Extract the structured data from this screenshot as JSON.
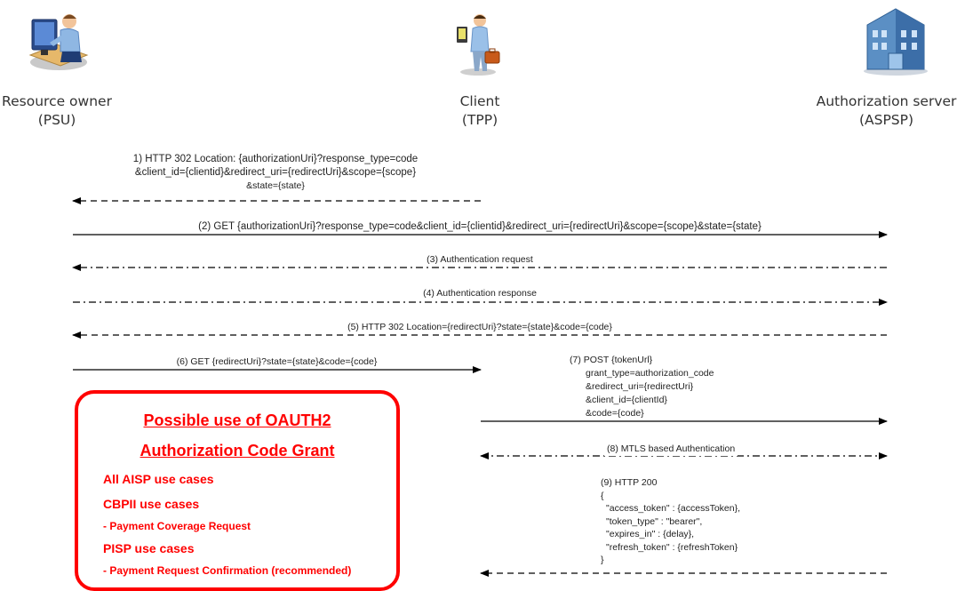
{
  "actors": [
    {
      "id": "psu",
      "name": "Resource owner",
      "role": "(PSU)",
      "icon": "person-at-computer-icon"
    },
    {
      "id": "tpp",
      "name": "Client",
      "role": "(TPP)",
      "icon": "person-with-briefcase-icon"
    },
    {
      "id": "aspsp",
      "name": "Authorization server",
      "role": "(ASPSP)",
      "icon": "bank-building-icon"
    }
  ],
  "messages": {
    "m1": [
      "1) HTTP 302 Location: {authorizationUri}?response_type=code",
      "&client_id={clientid}&redirect_uri={redirectUri}&scope={scope}",
      "&state={state}"
    ],
    "m2": "(2) GET {authorizationUri}?response_type=code&client_id={clientid}&redirect_uri={redirectUri}&scope={scope}&state={state}",
    "m3": "(3) Authentication request",
    "m4": "(4) Authentication response",
    "m5": "(5) HTTP 302 Location={redirectUri}?state={state}&code={code}",
    "m6": "(6) GET {redirectUri}?state={state}&code={code}",
    "m7": [
      "(7) POST {tokenUrl}",
      "grant_type=authorization_code",
      "&redirect_uri={redirectUri}",
      "&client_id={clientId}",
      "&code={code}"
    ],
    "m8": "(8) MTLS based Authentication",
    "m9": [
      "(9) HTTP 200",
      "{",
      "\"access_token\" : {accessToken},",
      "\"token_type\" : \"bearer\",",
      "\"expires_in\" : {delay},",
      "\"refresh_token\" : {refreshToken}",
      "}"
    ]
  },
  "note": {
    "title_line1": "Possible use of OAUTH2",
    "title_line2": "Authorization Code Grant",
    "lines": [
      "All AISP use cases",
      "CBPII use cases",
      "- Payment Coverage Request",
      "PISP use cases",
      "- Payment Request Confirmation (recommended)"
    ]
  },
  "colors": {
    "note_red": "#ff0000",
    "arrow": "#000000"
  }
}
